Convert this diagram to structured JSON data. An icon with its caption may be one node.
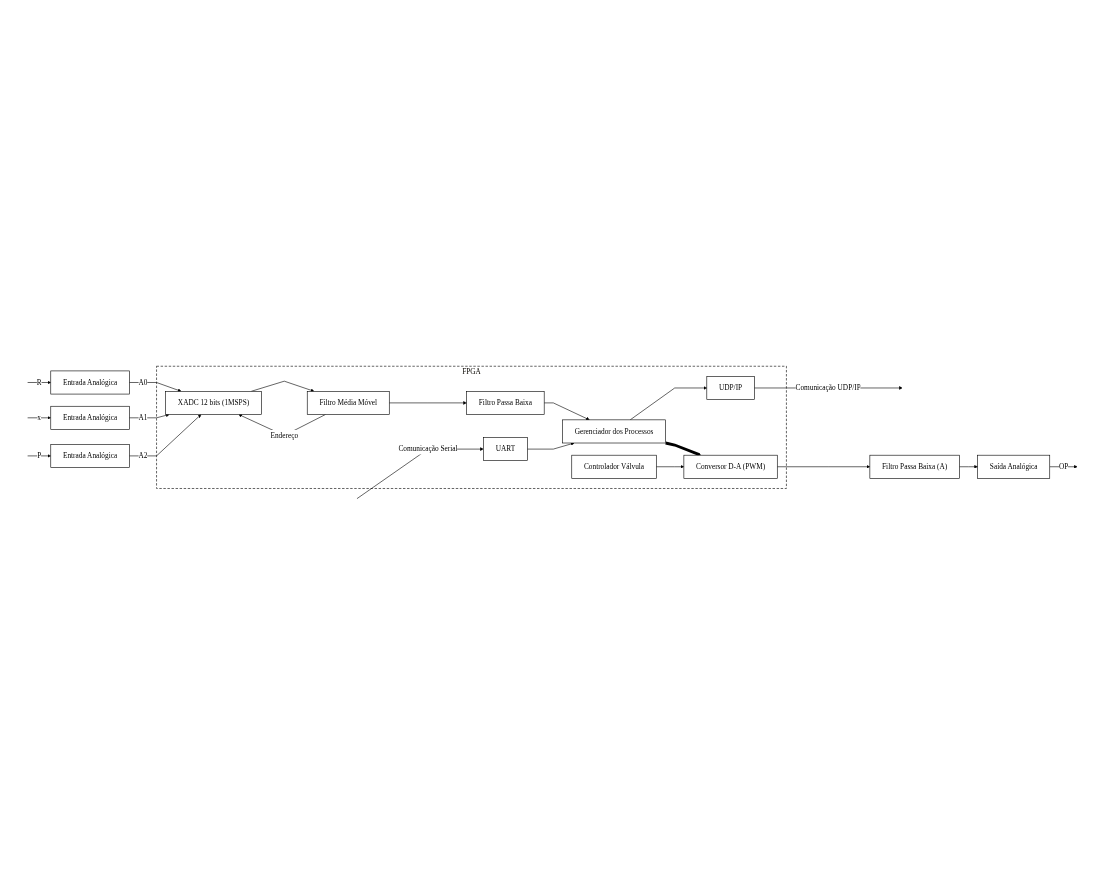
{
  "diagram": {
    "nodes": [
      {
        "text": [
          "FPGA"
        ]
      },
      {
        "text": [
          "UART"
        ],
        "in": 0
      },
      {
        "text": [
          "Gerenciador dos Processos"
        ],
        "in": 0
      },
      {
        "text": [
          "UDP/IP"
        ],
        "in": 0
      },
      {
        "text": [
          "Entrada Analógica"
        ]
      },
      {
        "text": [
          "Entrada Analógica"
        ]
      },
      {
        "text": [
          "Entrada Analógica"
        ]
      },
      {
        "text": [
          "XADC 12 bits (1MSPS)"
        ],
        "in": 0
      },
      {
        "text": [
          "Filtro Média Móvel"
        ],
        "in": 0
      },
      {
        "text": [
          "Filtro Passa Baixa"
        ],
        "in": 0
      },
      {
        "text": [
          "Filtro Passa Baixa (A)"
        ]
      },
      {
        "text": [
          "Saída Analógica"
        ]
      },
      {
        "text": [
          "Conversor D-A (PWM)"
        ],
        "in": 0
      },
      {
        "text": [
          "Controlador Válvula"
        ],
        "in": 0
      }
    ],
    "edges": [
      {
        "from": null,
        "to": 1,
        "arrow": "to",
        "label": "Comunicação Serial"
      },
      {
        "from": 1,
        "to": 2,
        "arrow": "to"
      },
      {
        "from": 2,
        "to": 3,
        "arrow": "to"
      },
      {
        "from": 3,
        "to": null,
        "arrow": "to",
        "label": "Comunicação UDP/IP"
      },
      {
        "from": null,
        "to": 4,
        "arrow": "to",
        "label": "R"
      },
      {
        "from": null,
        "to": 5,
        "arrow": "to",
        "label": "x"
      },
      {
        "from": null,
        "to": 6,
        "arrow": "to",
        "label": "P"
      },
      {
        "from": 4,
        "to": 7,
        "arrow": "to",
        "label": "A0"
      },
      {
        "from": 5,
        "to": 7,
        "arrow": "to",
        "label": "A1"
      },
      {
        "from": 6,
        "to": 7,
        "arrow": "to",
        "label": "A2"
      },
      {
        "from": 7,
        "to": 8,
        "arrow": "to"
      },
      {
        "from": 8,
        "to": 9,
        "arrow": "to"
      },
      {
        "from": 8,
        "to": 7,
        "arrow": "to",
        "label": "Endereço"
      },
      {
        "from": 9,
        "to": 2,
        "arrow": "to"
      },
      {
        "from": 2,
        "to": 12,
        "arrow": "to",
        "style": "thick"
      },
      {
        "from": 13,
        "to": 12,
        "arrow": "to"
      },
      {
        "from": 12,
        "to": 10,
        "arrow": "to"
      },
      {
        "from": 10,
        "to": 11,
        "arrow": "to"
      },
      {
        "from": 11,
        "to": null,
        "arrow": "to",
        "label": "OP"
      }
    ]
  }
}
